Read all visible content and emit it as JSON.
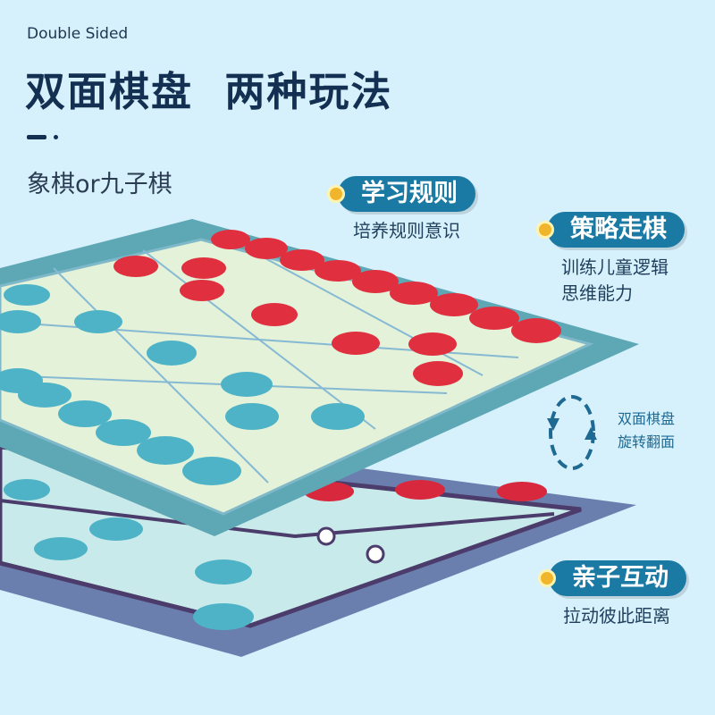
{
  "header": {
    "subtitle_en": "Double Sided",
    "title": "双面棋盘  两种玩法",
    "modes": "象棋or九子棋"
  },
  "features": [
    {
      "label": "学习规则",
      "desc": [
        "培养规则意识"
      ]
    },
    {
      "label": "策略走棋",
      "desc": [
        "训练儿童逻辑",
        "思维能力"
      ]
    },
    {
      "label": "亲子互动",
      "desc": [
        "拉动彼此距离"
      ]
    }
  ],
  "flip_note": {
    "icon": "rotate-flip-icon",
    "lines": [
      "双面棋盘",
      "旋转翻面"
    ]
  },
  "colors": {
    "background": "#d7f1fc",
    "tag": "#1b7aa3",
    "bullet": "#f1b52b",
    "title": "#133052",
    "red_piece": "#e0303f",
    "blue_piece": "#4fb3c7"
  }
}
